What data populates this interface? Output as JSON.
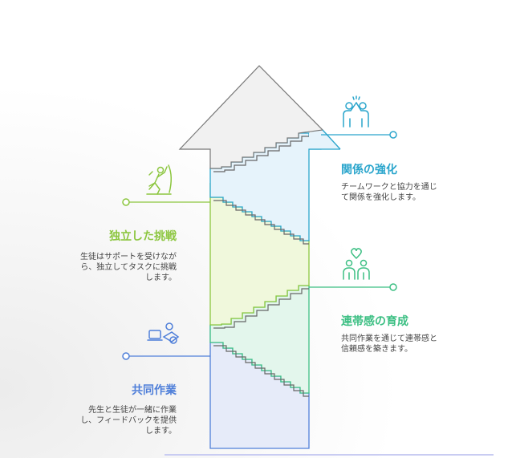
{
  "steps": [
    {
      "title": "関係の強化",
      "description": "チームワークと協力を通じ\nて関係を強化します。",
      "color": "#2aa5cc",
      "fill": "#e6f3fb",
      "icon": "high-five-icon"
    },
    {
      "title": "独立した挑戦",
      "description": "生徒はサポートを受けなが\nら、独立してタスクに挑戦\nします。",
      "color": "#8cc63f",
      "fill": "#f0f8dc",
      "icon": "climber-icon"
    },
    {
      "title": "連帯感の育成",
      "description": "共同作業を通じて連帯感と\n信頼感を築きます。",
      "color": "#3cbf83",
      "fill": "#e3f6ec",
      "icon": "people-heart-icon"
    },
    {
      "title": "共同作業",
      "description": "先生と生徒が一緒に作業\nし、フィードバックを提供\nします。",
      "color": "#4f7fd9",
      "fill": "#e6ebf9",
      "icon": "collaboration-icon"
    }
  ],
  "colors": {
    "arrow_head": "#f1f1f1",
    "arrow_stroke": "#777777",
    "stairs_stroke": "#666666"
  }
}
